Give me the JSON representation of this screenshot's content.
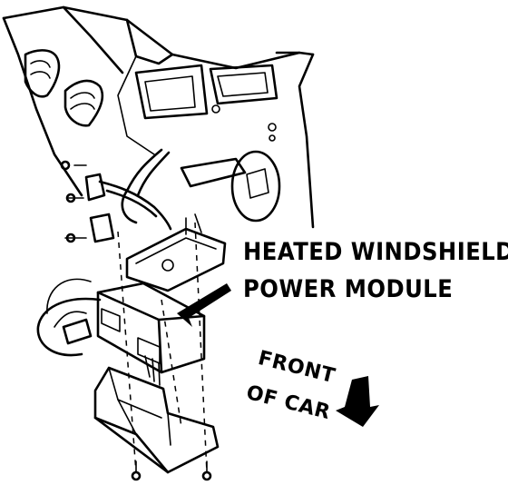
{
  "module_label": {
    "line1": "HEATED WINDSHIELD",
    "line2": "POWER MODULE"
  },
  "direction_label": {
    "line1": "FRONT",
    "line2": "OF CAR"
  }
}
